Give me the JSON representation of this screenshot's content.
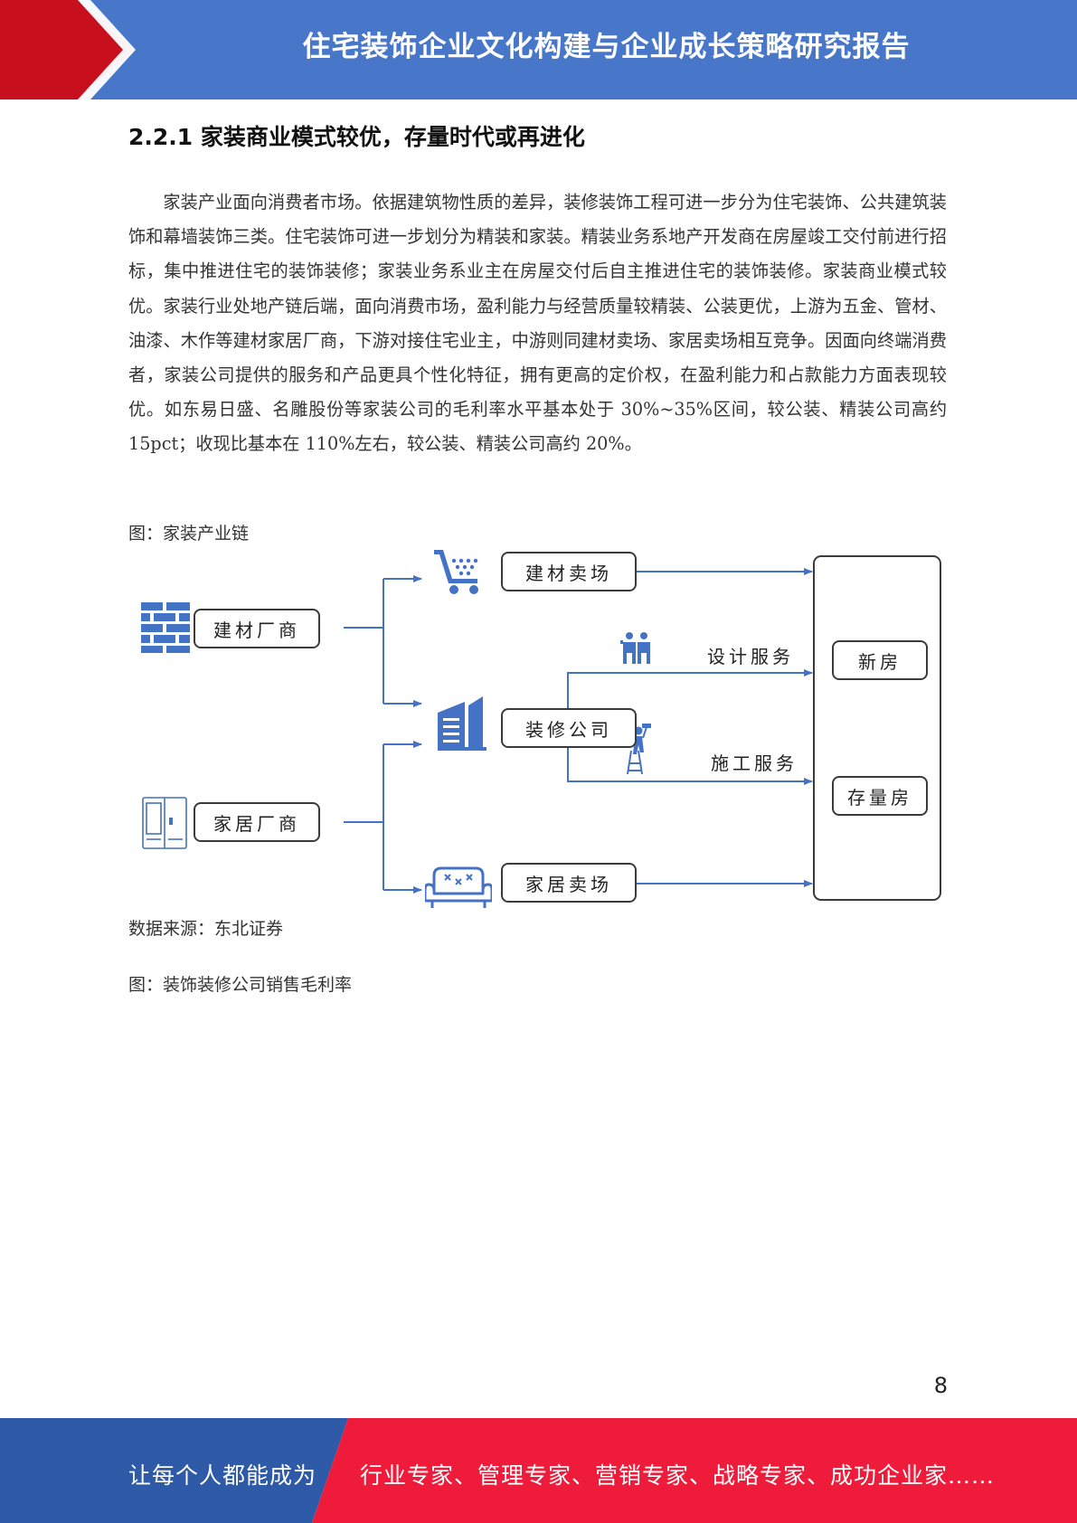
{
  "header": {
    "title": "住宅装饰企业文化构建与企业成长策略研究报告"
  },
  "section": {
    "heading": "2.2.1 家装商业模式较优，存量时代或再进化"
  },
  "body": {
    "paragraph": "家装产业面向消费者市场。依据建筑物性质的差异，装修装饰工程可进一步分为住宅装饰、公共建筑装饰和幕墙装饰三类。住宅装饰可进一步划分为精装和家装。精装业务系地产开发商在房屋竣工交付前进行招标，集中推进住宅的装饰装修；家装业务系业主在房屋交付后自主推进住宅的装饰装修。家装商业模式较优。家装行业处地产链后端，面向消费市场，盈利能力与经营质量较精装、公装更优，上游为五金、管材、油漆、木作等建材家居厂商，下游对接住宅业主，中游则同建材卖场、家居卖场相互竞争。因面向终端消费者，家装公司提供的服务和产品更具个性化特征，拥有更高的定价权，在盈利能力和占款能力方面表现较优。如东易日盛、名雕股份等家装公司的毛利率水平基本处于 30%~35%区间，较公装、精装公司高约 15pct；收现比基本在 110%左右，较公装、精装公司高约 20%。"
  },
  "figure1": {
    "caption": "图：家装产业链",
    "source": "数据来源：东北证券"
  },
  "diagram": {
    "nodes": {
      "building_materials_maker": "建材厂商",
      "home_furnishing_maker": "家居厂商",
      "building_materials_market": "建材卖场",
      "decoration_company": "装修公司",
      "home_furnishing_market": "家居卖场",
      "new_house": "新房",
      "existing_house": "存量房"
    },
    "flow_labels": {
      "design_service": "设计服务",
      "construction_service": "施工服务"
    },
    "colors": {
      "arrow": "#4472c4",
      "icon": "#4472c4",
      "box_border": "#3a3a3a"
    },
    "icons": {
      "brick": "brick-wall-icon",
      "wardrobe": "wardrobe-icon",
      "cart": "shopping-cart-icon",
      "building": "office-building-icon",
      "sofa": "sofa-icon",
      "people": "designers-icon",
      "worker": "painter-worker-icon"
    }
  },
  "figure2": {
    "caption": "图：装饰装修公司销售毛利率"
  },
  "page": {
    "number": "8"
  },
  "footer": {
    "left_text": "让每个人都能成为",
    "right_text": "行业专家、管理专家、营销专家、战略专家、成功企业家……",
    "colors": {
      "blue": "#2e5aa8",
      "red": "#ee1c3a"
    }
  }
}
